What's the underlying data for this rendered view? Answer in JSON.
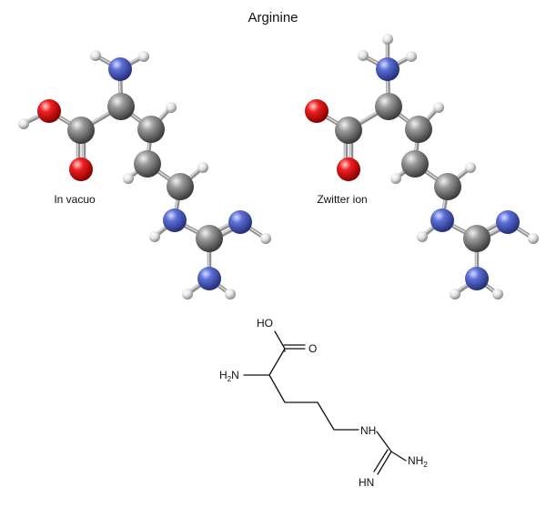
{
  "diagram": {
    "title": "Arginine",
    "captions": {
      "in_vacuo": "In vacuo",
      "zwitter_ion": "Zwitter ion"
    },
    "structural_formula": {
      "HO": "HO",
      "O": "O",
      "H2N_main": "H",
      "H2N_sub": "2",
      "H2N_tail": "N",
      "NH": "NH",
      "NH2_head": "NH",
      "NH2_sub": "2",
      "HN": "HN"
    },
    "atom_colors": {
      "carbon": "#6e6e6e",
      "nitrogen": "#4a5ec8",
      "oxygen": "#e2161d",
      "hydrogen": "#e6e6e6"
    }
  }
}
